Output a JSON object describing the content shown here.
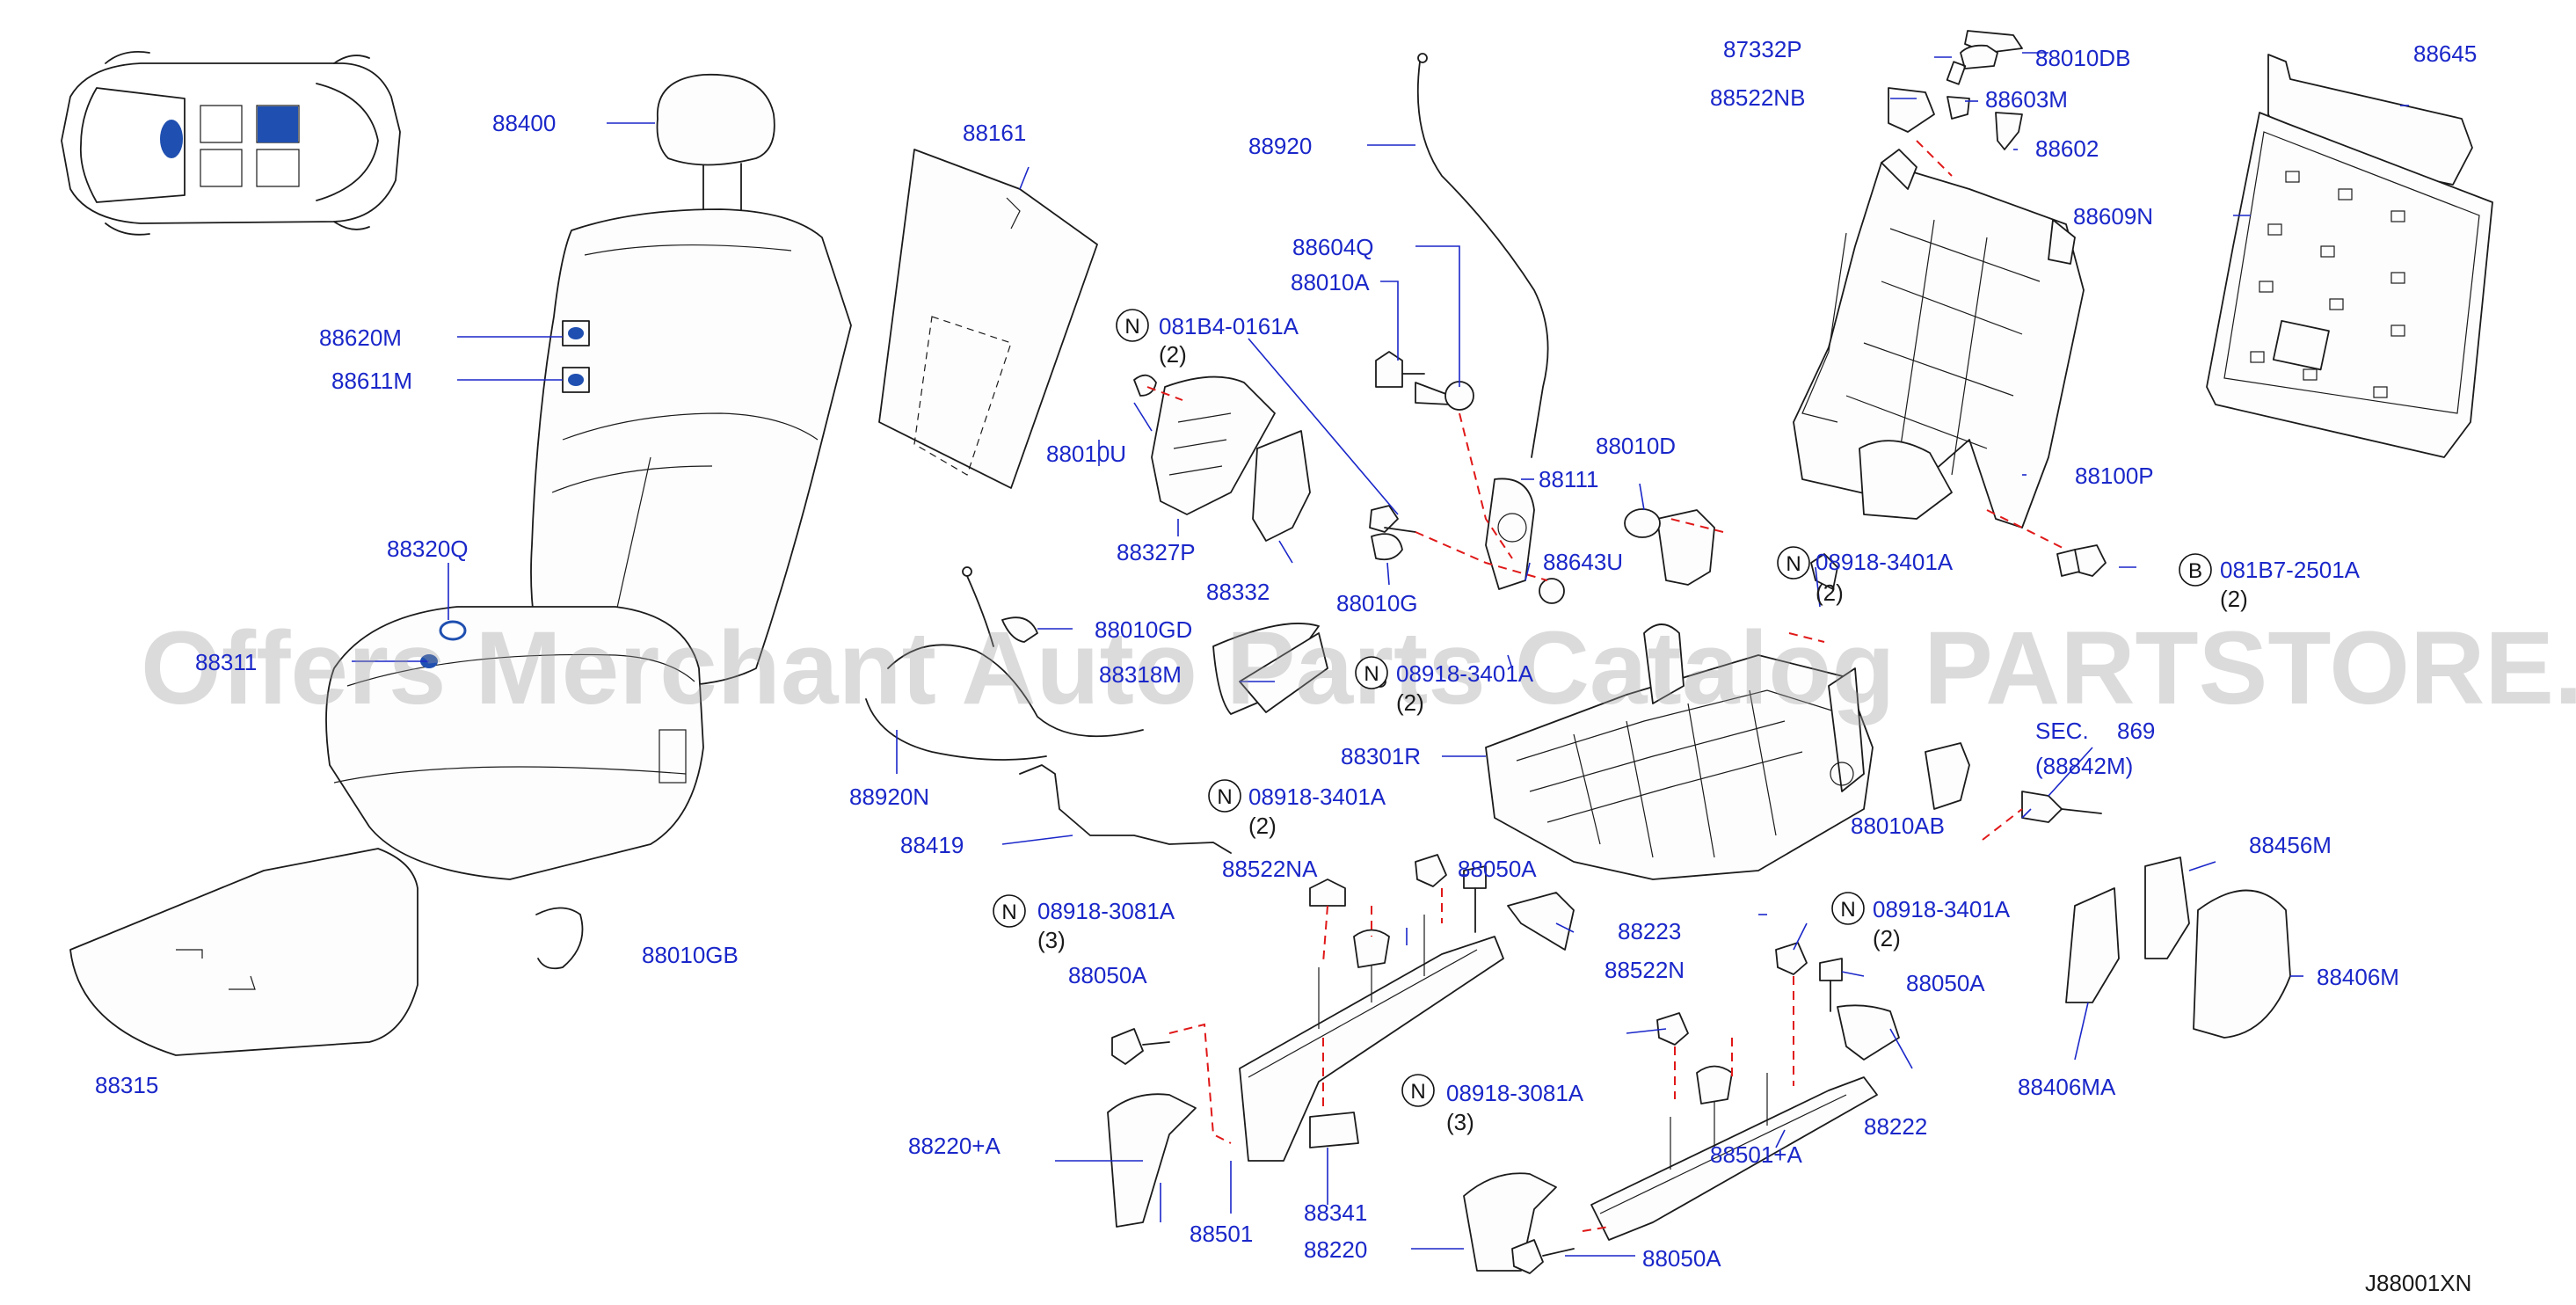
{
  "diagram": {
    "code": "J88001XN",
    "watermark": "Offers Merchant Auto Parts Catalog PARTSTORE.SA",
    "colors": {
      "label": "#1a27c9",
      "line": "#1b1b1b",
      "fastener_path": "#e01818",
      "seat_highlight": "#1f4fb0"
    },
    "labels": [
      {
        "id": "l1",
        "text": "88400"
      },
      {
        "id": "l2",
        "text": "88620M"
      },
      {
        "id": "l3",
        "text": "88611M"
      },
      {
        "id": "l4",
        "text": "88320Q"
      },
      {
        "id": "l5",
        "text": "88311"
      },
      {
        "id": "l6",
        "text": "88161"
      },
      {
        "id": "l7",
        "text": "88920"
      },
      {
        "id": "l8",
        "text": "88604Q"
      },
      {
        "id": "l9",
        "text": "88010A"
      },
      {
        "id": "l10",
        "text": "081B4-0161A"
      },
      {
        "id": "l11",
        "text": "88010U"
      },
      {
        "id": "l12",
        "text": "88327P"
      },
      {
        "id": "l13",
        "text": "88332"
      },
      {
        "id": "l14",
        "text": "88010G"
      },
      {
        "id": "l15",
        "text": "88111"
      },
      {
        "id": "l16",
        "text": "88643U"
      },
      {
        "id": "l17",
        "text": "88010D"
      },
      {
        "id": "l18",
        "text": "88010GD"
      },
      {
        "id": "l19",
        "text": "88318M"
      },
      {
        "id": "l20",
        "text": "08918-3401A"
      },
      {
        "id": "l21",
        "text": "88920N"
      },
      {
        "id": "l22",
        "text": "88419"
      },
      {
        "id": "l23",
        "text": "88301R"
      },
      {
        "id": "l24",
        "text": "08918-3401A"
      },
      {
        "id": "l25",
        "text": "88522NA"
      },
      {
        "id": "l26",
        "text": "88050A"
      },
      {
        "id": "l27",
        "text": "08918-3081A"
      },
      {
        "id": "l28",
        "text": "88050A"
      },
      {
        "id": "l29",
        "text": "88223"
      },
      {
        "id": "l30",
        "text": "88522N"
      },
      {
        "id": "l31",
        "text": "88220+A"
      },
      {
        "id": "l32",
        "text": "88341"
      },
      {
        "id": "l33",
        "text": "88501"
      },
      {
        "id": "l34",
        "text": "88220"
      },
      {
        "id": "l35",
        "text": "08918-3081A"
      },
      {
        "id": "l36",
        "text": "88010GB"
      },
      {
        "id": "l37",
        "text": "88315"
      },
      {
        "id": "l38",
        "text": "87332P"
      },
      {
        "id": "l39",
        "text": "88010DB"
      },
      {
        "id": "l40",
        "text": "88522NB"
      },
      {
        "id": "l41",
        "text": "88603M"
      },
      {
        "id": "l42",
        "text": "88602"
      },
      {
        "id": "l43",
        "text": "88645"
      },
      {
        "id": "l44",
        "text": "88609N"
      },
      {
        "id": "l45",
        "text": "88100P"
      },
      {
        "id": "l46",
        "text": "08918-3401A"
      },
      {
        "id": "l47",
        "text": "081B7-2501A"
      },
      {
        "id": "l48",
        "text": "SEC."
      },
      {
        "id": "l49",
        "text": "869"
      },
      {
        "id": "l50",
        "text": "(88842M)"
      },
      {
        "id": "l51",
        "text": "88010AB"
      },
      {
        "id": "l52",
        "text": "88456M"
      },
      {
        "id": "l53",
        "text": "08918-3401A"
      },
      {
        "id": "l54",
        "text": "88050A"
      },
      {
        "id": "l55",
        "text": "88406M"
      },
      {
        "id": "l56",
        "text": "88406MA"
      },
      {
        "id": "l57",
        "text": "88222"
      },
      {
        "id": "l58",
        "text": "88501+A"
      },
      {
        "id": "l59",
        "text": "88050A"
      }
    ],
    "quantities": [
      {
        "id": "q1",
        "text": "(2)"
      },
      {
        "id": "q2",
        "text": "(2)"
      },
      {
        "id": "q3",
        "text": "(2)"
      },
      {
        "id": "q4",
        "text": "(3)"
      },
      {
        "id": "q5",
        "text": "(3)"
      },
      {
        "id": "q6",
        "text": "(2)"
      },
      {
        "id": "q7",
        "text": "(2)"
      },
      {
        "id": "q8",
        "text": "(2)"
      }
    ],
    "badges": [
      {
        "id": "b1",
        "letter": "N"
      },
      {
        "id": "b2",
        "letter": "N"
      },
      {
        "id": "b3",
        "letter": "N"
      },
      {
        "id": "b4",
        "letter": "N"
      },
      {
        "id": "b5",
        "letter": "N"
      },
      {
        "id": "b6",
        "letter": "N"
      },
      {
        "id": "b7",
        "letter": "B"
      },
      {
        "id": "b8",
        "letter": "N"
      }
    ]
  }
}
